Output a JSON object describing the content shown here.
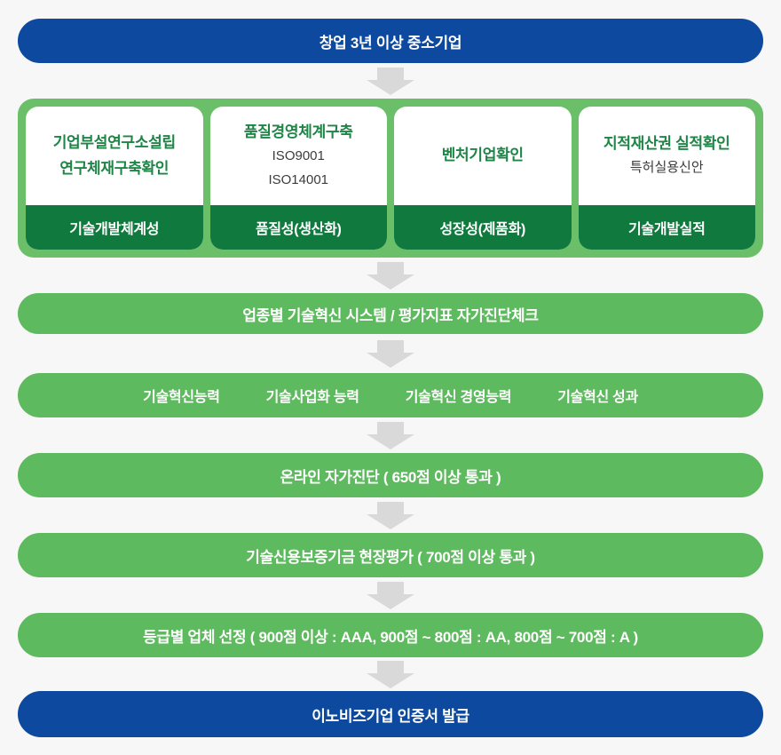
{
  "colors": {
    "background": "#f7f7f7",
    "blue": "#0d4a9f",
    "green": "#5eba5e",
    "container_green": "#6abf68",
    "dark_green": "#107a3e",
    "title_green": "#1f8547",
    "arrow_gray": "#d9d9d9",
    "subtext": "#3c3c3c"
  },
  "flow": {
    "start": "창업 3년 이상 중소기업",
    "cards": [
      {
        "title_line1": "기업부설연구소설립",
        "title_line2": "연구체재구축확인",
        "footer": "기술개발체계성"
      },
      {
        "title_line1": "품질경영체계구축",
        "sub_line1": "ISO9001",
        "sub_line2": "ISO14001",
        "footer": "품질성(생산화)"
      },
      {
        "title_line1": "벤처기업확인",
        "footer": "성장성(제품화)"
      },
      {
        "title_line1": "지적재산권 실적확인",
        "sub_line1": "특허실용신안",
        "footer": "기술개발실적"
      }
    ],
    "step_self_check": "업종별 기술혁신 시스템 / 평가지표 자가진단체크",
    "capabilities": [
      "기술혁신능력",
      "기술사업화 능력",
      "기술혁신 경영능력",
      "기술혁신 성과"
    ],
    "step_online": "온라인 자가진단 ( 650점 이상 통과 )",
    "step_field": "기술신용보증기금 현장평가 ( 700점 이상 통과 )",
    "step_grade": "등급별 업체 선정 ( 900점 이상 : AAA, 900점 ~ 800점 : AA, 800점 ~ 700점 : A )",
    "end": "이노비즈기업 인증서 발급"
  }
}
